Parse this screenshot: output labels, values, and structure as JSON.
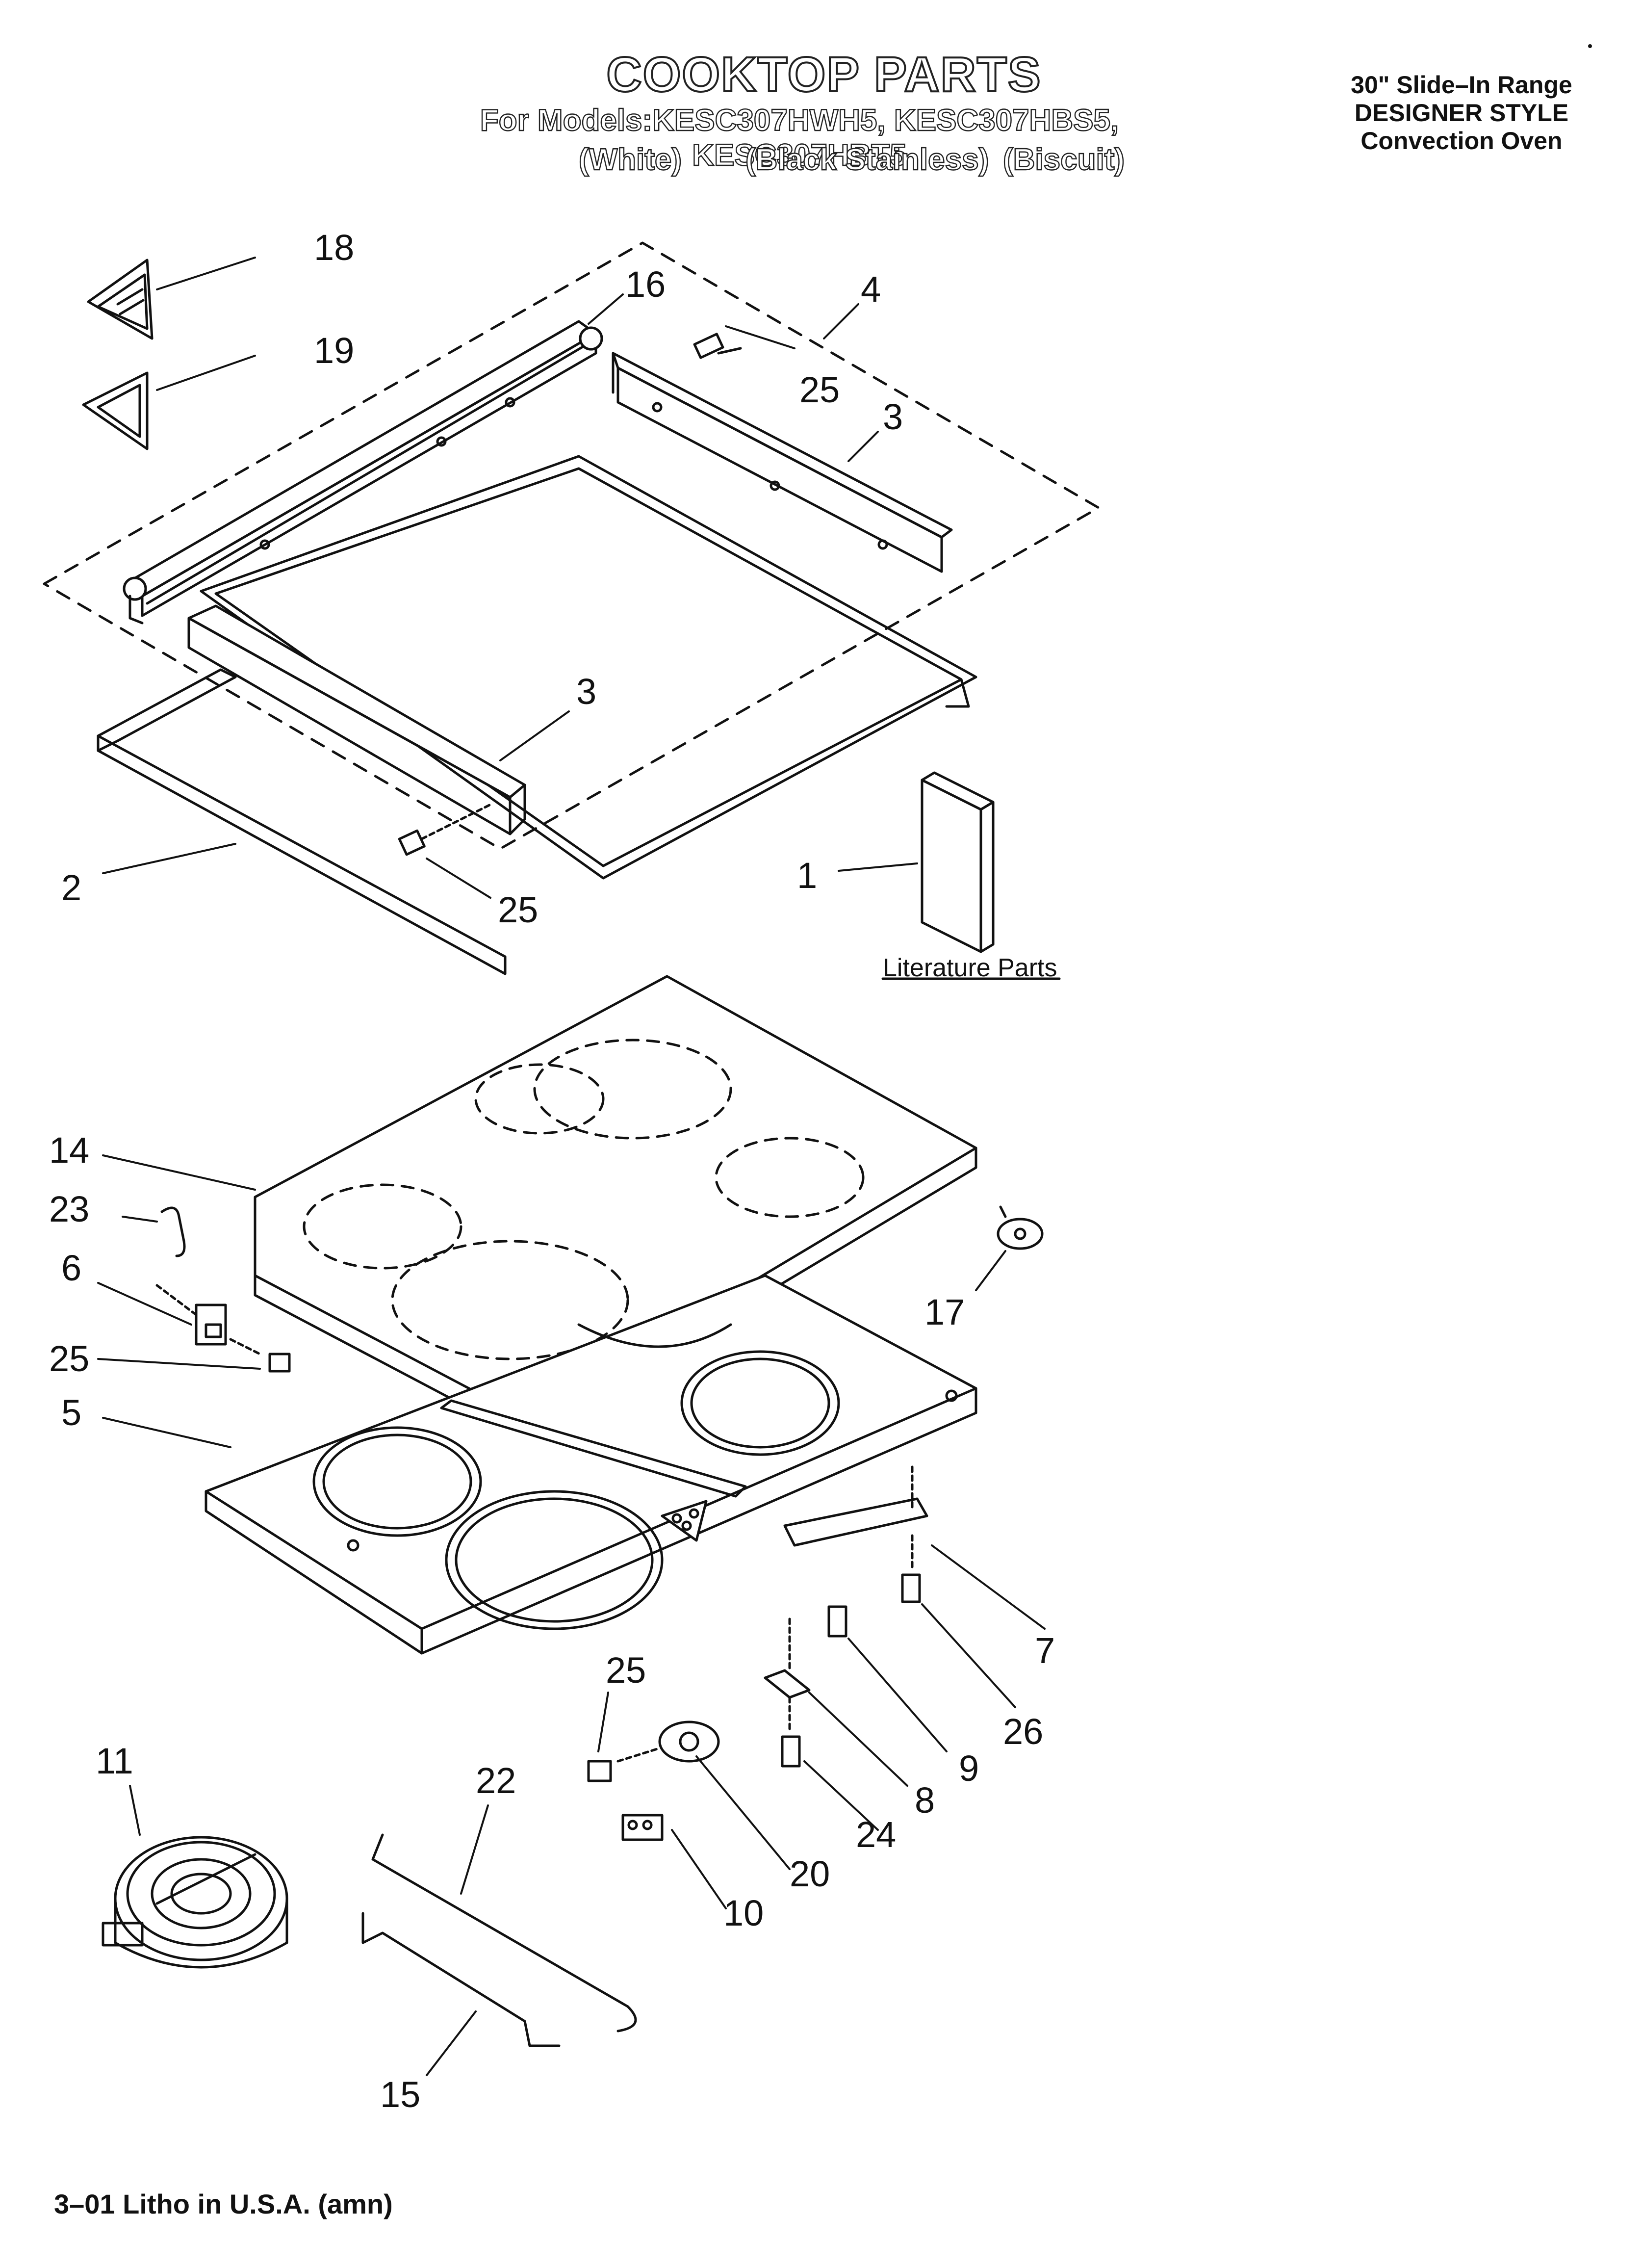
{
  "header": {
    "title": "COOKTOP PARTS",
    "models_line": "For Models:KESC307HWH5, KESC307HBS5, KESC307HBT5",
    "color_white": "(White)",
    "color_black": "(Black Stainless)",
    "color_biscuit": "(Biscuit)"
  },
  "side_note": {
    "line1": "30\" Slide–In Range",
    "line2": "DESIGNER STYLE",
    "line3": "Convection Oven"
  },
  "literature_caption": "Literature Parts",
  "footer": "3–01 Litho in U.S.A. (amn)",
  "callouts": {
    "c18": "18",
    "c19": "19",
    "c16": "16",
    "c4": "4",
    "c25a": "25",
    "c3a": "3",
    "c3b": "3",
    "c2": "2",
    "c25b": "25",
    "c1": "1",
    "c14": "14",
    "c23": "23",
    "c6": "6",
    "c25c": "25",
    "c5": "5",
    "c17": "17",
    "c7": "7",
    "c26": "26",
    "c9": "9",
    "c8": "8",
    "c25d": "25",
    "c24": "24",
    "c20": "20",
    "c10": "10",
    "c11": "11",
    "c22": "22",
    "c15": "15"
  }
}
